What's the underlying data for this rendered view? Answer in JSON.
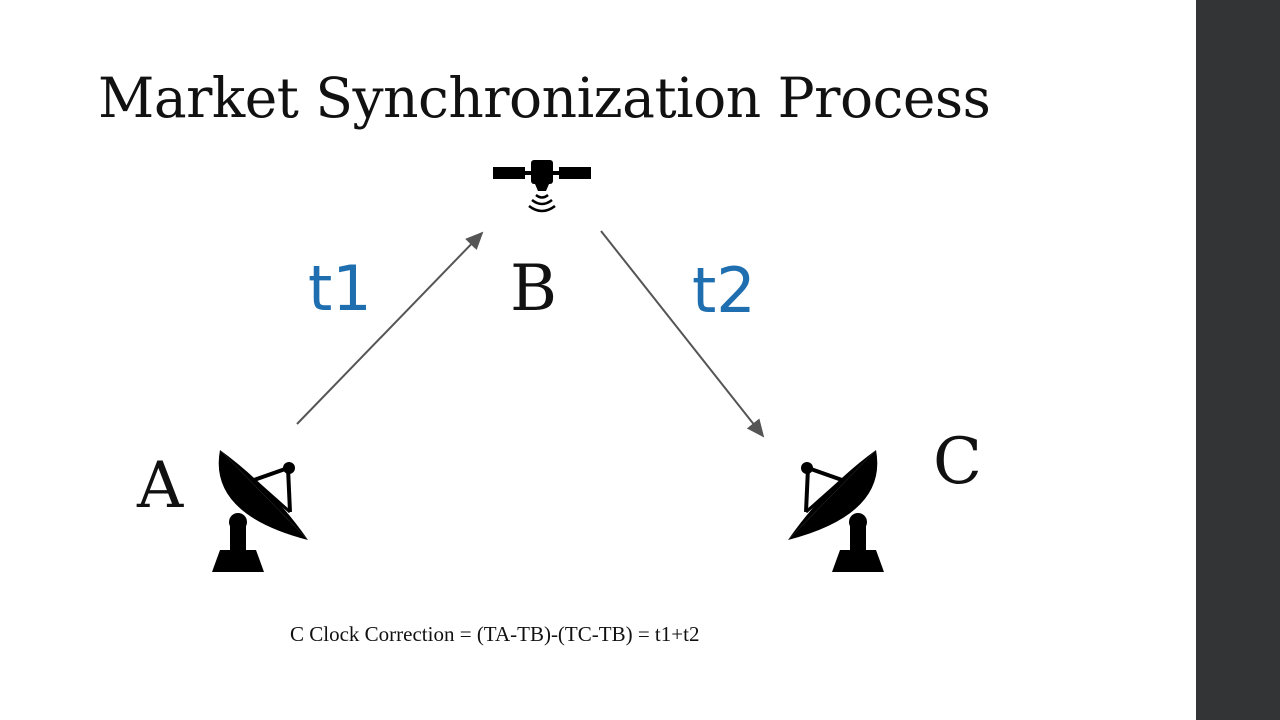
{
  "slide": {
    "title": "Market Synchronization Process",
    "nodes": {
      "a": "A",
      "b": "B",
      "c": "C"
    },
    "times": {
      "t1": "t1",
      "t2": "t2"
    },
    "formula": "C Clock Correction = (TA-TB)-(TC-TB) = t1+t2",
    "icons": {
      "satellite": "satellite-icon",
      "dish_left": "satellite-dish-icon",
      "dish_right": "satellite-dish-icon"
    },
    "colors": {
      "time_label": "#1f6fb0",
      "sidebar": "#333436"
    }
  }
}
